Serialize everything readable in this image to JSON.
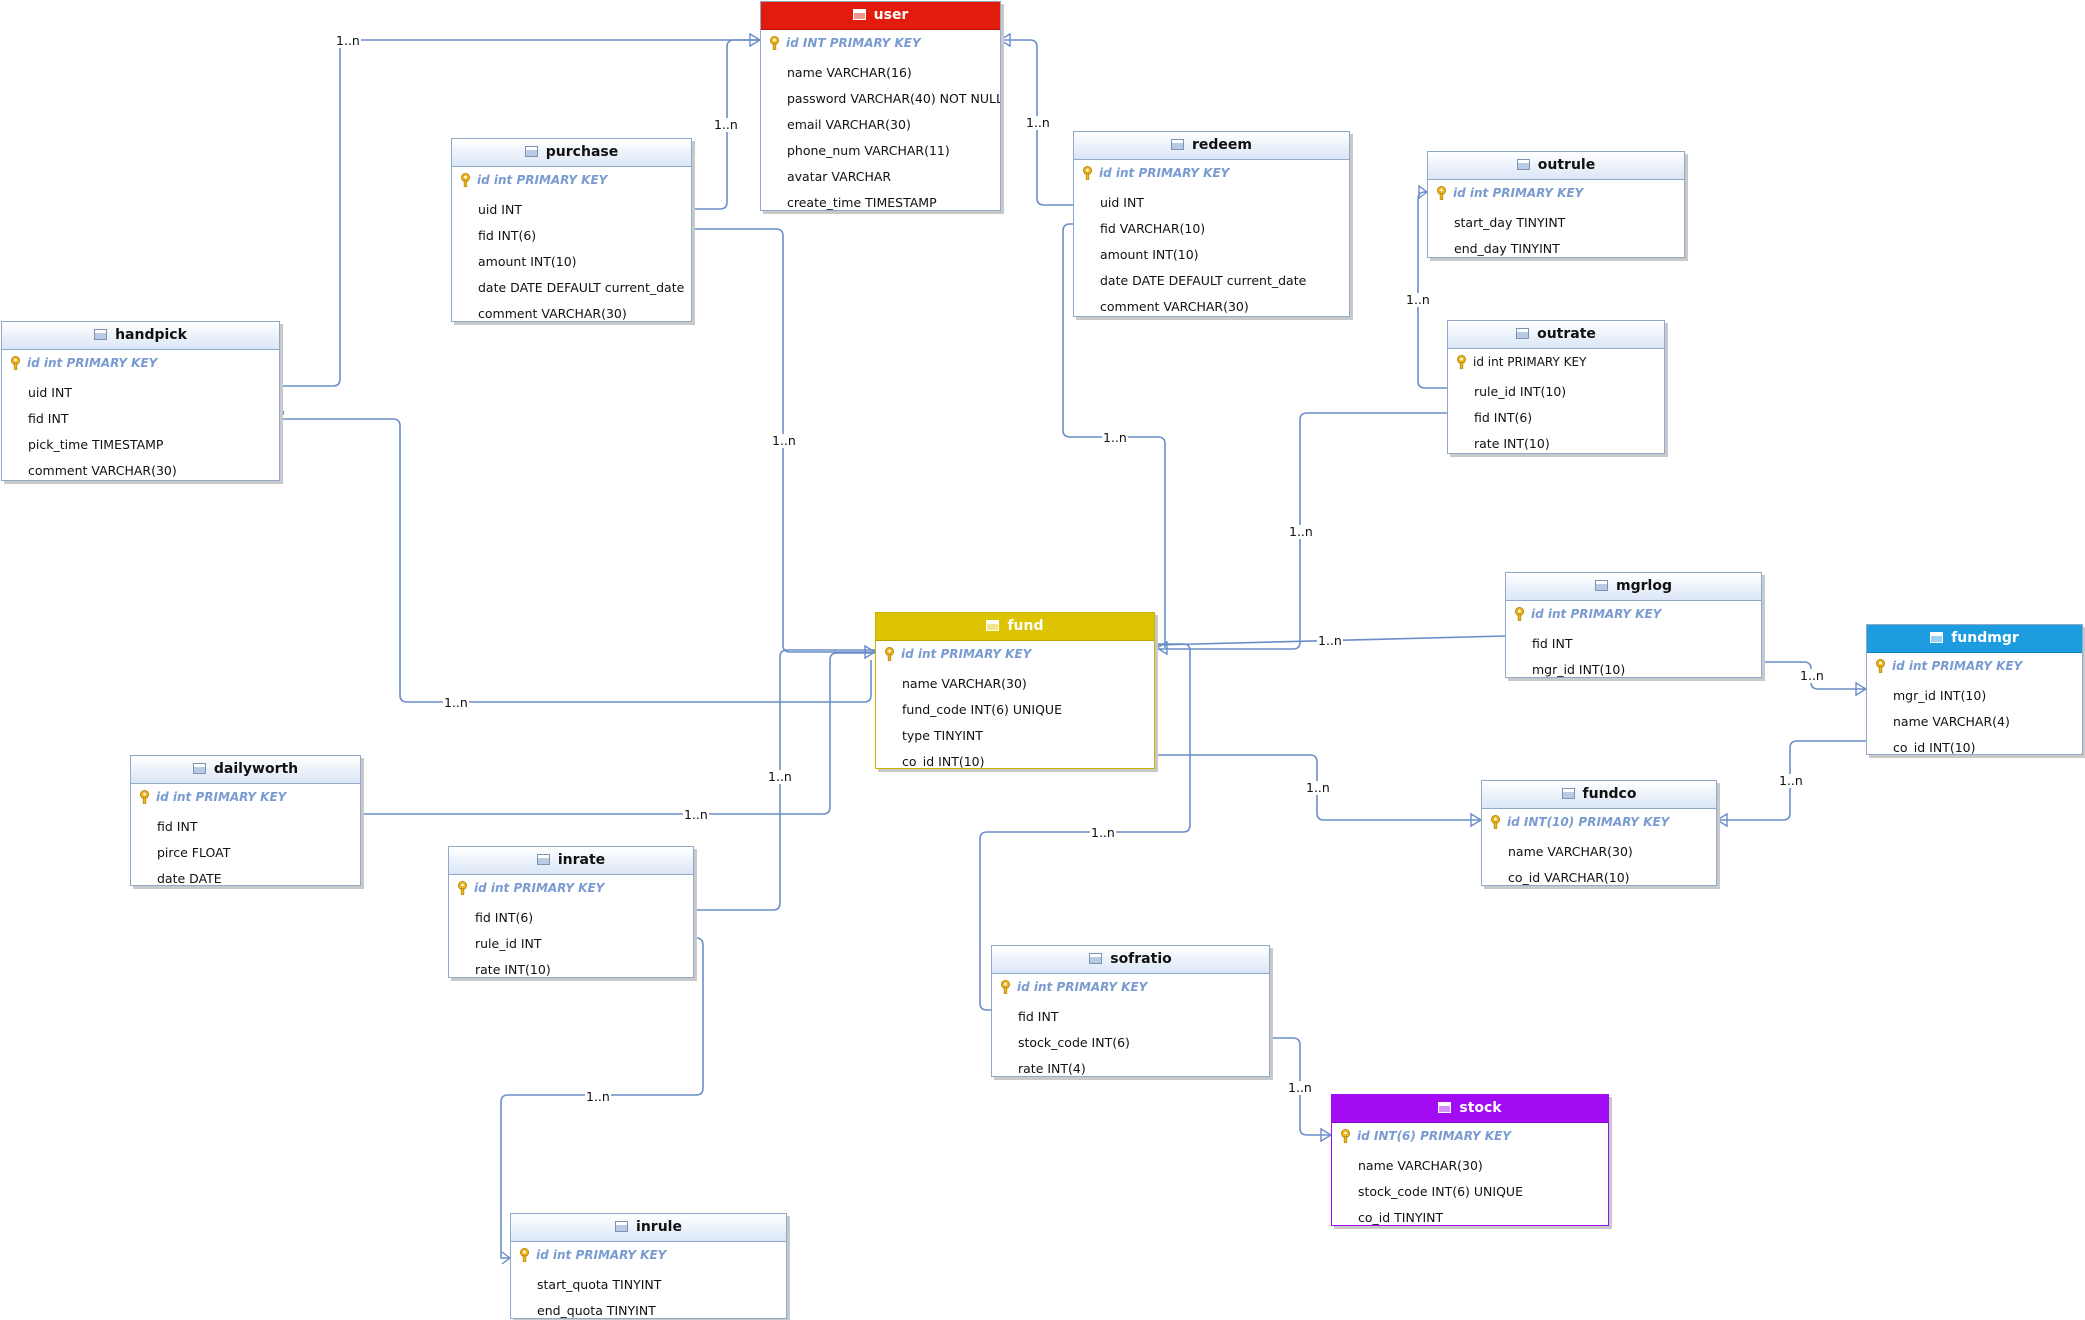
{
  "colors": {
    "line": "#6b8ec9",
    "user_header": "#e21b0c",
    "fund_header": "#dec400",
    "fundmgr_header": "#1e9ce0",
    "stock_header": "#a30cf2",
    "pk_text": "#7a9bd1",
    "key_icon": "#f0b820"
  },
  "relation_label": "1..n",
  "tables": {
    "user": {
      "name": "user",
      "pk": "id INT PRIMARY KEY",
      "columns": [
        "name VARCHAR(16)",
        "password VARCHAR(40) NOT NULL",
        "email VARCHAR(30)",
        "phone_num VARCHAR(11)",
        "avatar VARCHAR",
        "create_time TIMESTAMP"
      ]
    },
    "purchase": {
      "name": "purchase",
      "pk": "id int PRIMARY KEY",
      "columns": [
        "uid INT",
        "fid INT(6)",
        "amount INT(10)",
        "date DATE DEFAULT current_date",
        "comment VARCHAR(30)"
      ]
    },
    "redeem": {
      "name": "redeem",
      "pk": "id int PRIMARY KEY",
      "columns": [
        "uid INT",
        "fid VARCHAR(10)",
        "amount INT(10)",
        "date DATE DEFAULT current_date",
        "comment VARCHAR(30)"
      ]
    },
    "outrule": {
      "name": "outrule",
      "pk": "id int PRIMARY KEY",
      "columns": [
        "start_day TINYINT",
        "end_day TINYINT"
      ]
    },
    "outrate": {
      "name": "outrate",
      "pk": "id int PRIMARY KEY",
      "columns": [
        "rule_id INT(10)",
        "fid INT(6)",
        "rate INT(10)"
      ]
    },
    "handpick": {
      "name": "handpick",
      "pk": "id int PRIMARY KEY",
      "columns": [
        "uid INT",
        "fid INT",
        "pick_time TIMESTAMP",
        "comment VARCHAR(30)"
      ]
    },
    "fund": {
      "name": "fund",
      "pk": "id int PRIMARY KEY",
      "columns": [
        "name VARCHAR(30)",
        "fund_code INT(6) UNIQUE",
        "type TINYINT",
        "co_id INT(10)"
      ]
    },
    "mgrlog": {
      "name": "mgrlog",
      "pk": "id int PRIMARY KEY",
      "columns": [
        "fid INT",
        "mgr_id INT(10)"
      ]
    },
    "fundmgr": {
      "name": "fundmgr",
      "pk": "id int PRIMARY KEY",
      "columns": [
        "mgr_id INT(10)",
        "name VARCHAR(4)",
        "co_id INT(10)"
      ]
    },
    "dailyworth": {
      "name": "dailyworth",
      "pk": "id int PRIMARY KEY",
      "columns": [
        "fid INT",
        "pirce FLOAT",
        "date DATE"
      ]
    },
    "fundco": {
      "name": "fundco",
      "pk": "id INT(10) PRIMARY KEY",
      "columns": [
        "name VARCHAR(30)",
        "co_id VARCHAR(10)"
      ]
    },
    "inrate": {
      "name": "inrate",
      "pk": "id int PRIMARY KEY",
      "columns": [
        "fid INT(6)",
        "rule_id INT",
        "rate INT(10)"
      ]
    },
    "sofratio": {
      "name": "sofratio",
      "pk": "id int PRIMARY KEY",
      "columns": [
        "fid INT",
        "stock_code INT(6)",
        "rate INT(4)"
      ]
    },
    "stock": {
      "name": "stock",
      "pk": "id INT(6) PRIMARY KEY",
      "columns": [
        "name VARCHAR(30)",
        "stock_code INT(6) UNIQUE",
        "co_id TINYINT"
      ]
    },
    "inrule": {
      "name": "inrule",
      "pk": "id int PRIMARY KEY",
      "columns": [
        "start_quota TINYINT",
        "end_quota TINYINT"
      ]
    }
  }
}
